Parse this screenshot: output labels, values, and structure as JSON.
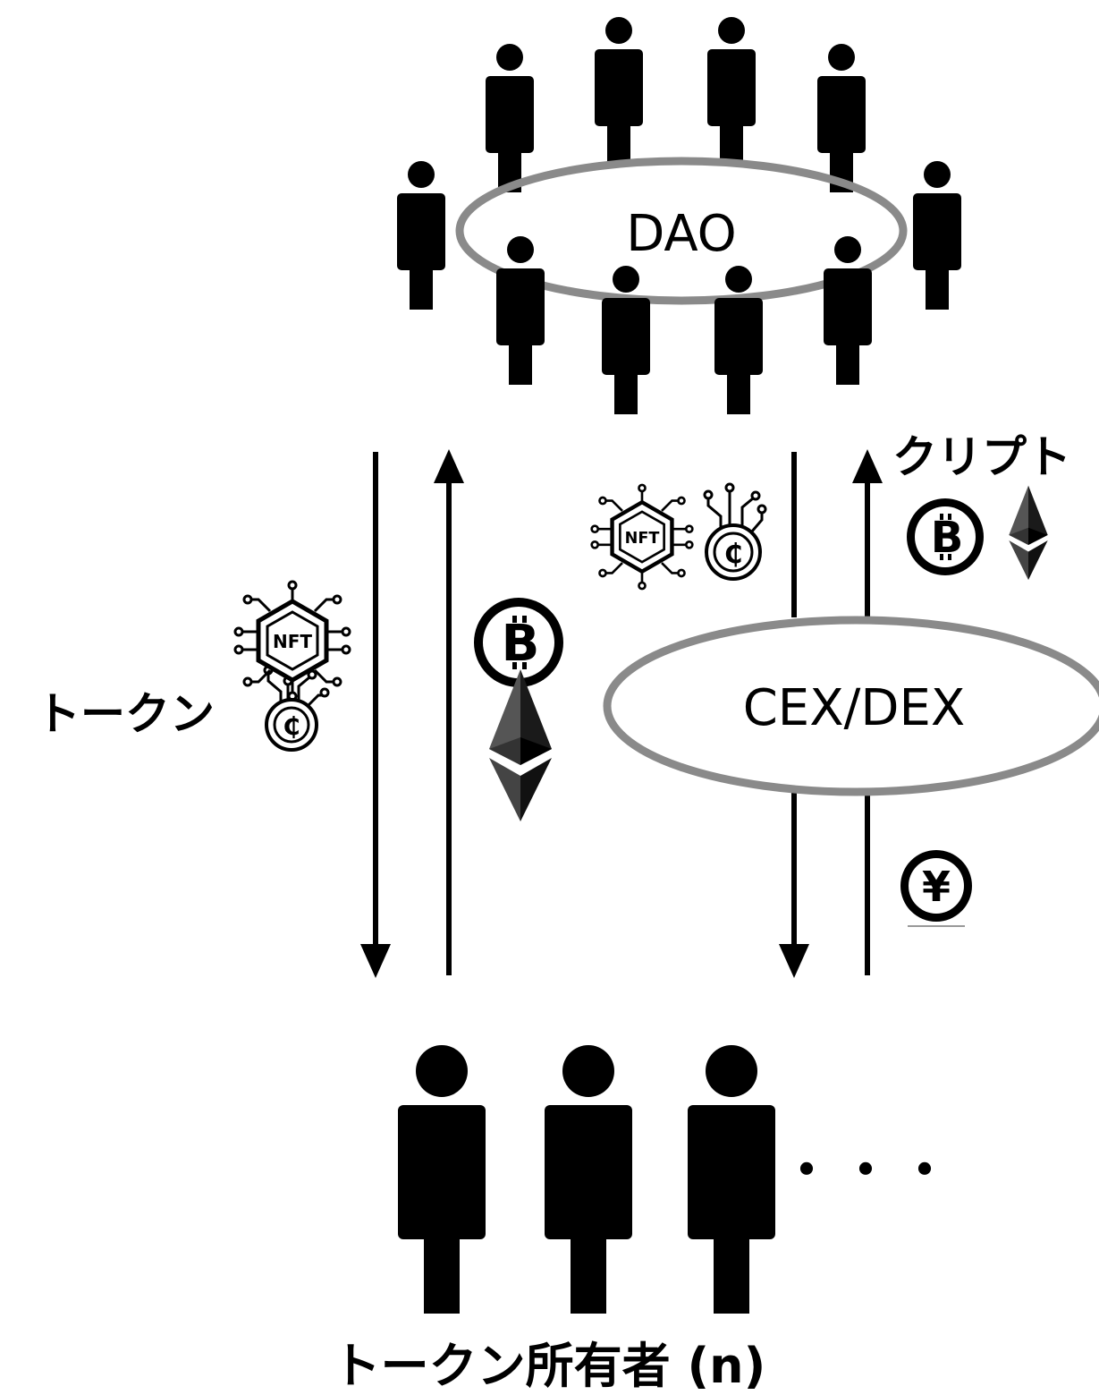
{
  "diagram": {
    "dao_label": "DAO",
    "exchange_label": "CEX/DEX",
    "token_label": "トークン",
    "crypto_label": "クリプト",
    "owners_label": "トークン所有者 (n)",
    "ellipsis_label": "・・・",
    "nft_icon_text": "NFT",
    "coin_icon_symbol": "₵",
    "bitcoin_symbol": "B",
    "yen_symbol": "¥"
  },
  "icons": [
    "person-icon",
    "nft-chip-icon",
    "coin-circuit-icon",
    "bitcoin-icon",
    "ethereum-icon",
    "yen-icon"
  ],
  "colors": {
    "ellipse_stroke": "#8a8a8a",
    "figure_fill": "#000000",
    "background": "#ffffff"
  }
}
